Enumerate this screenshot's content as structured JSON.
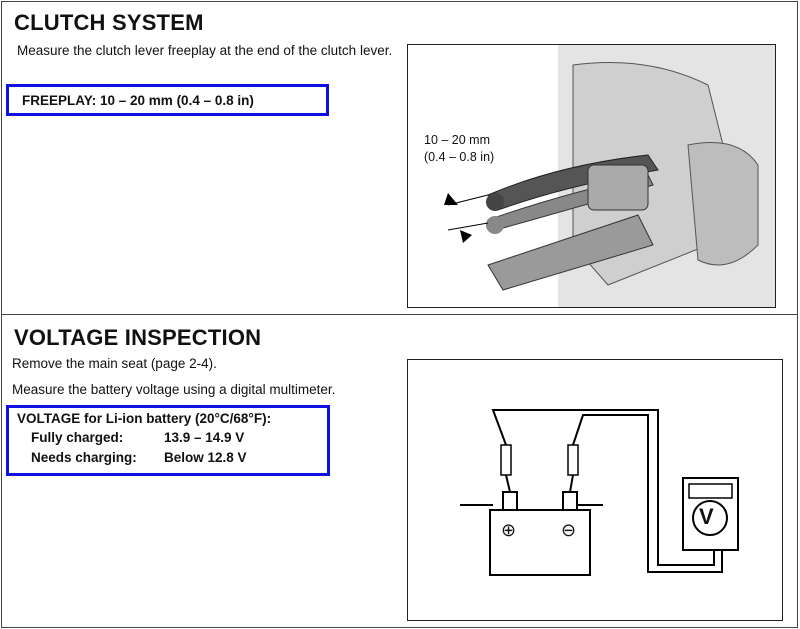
{
  "clutch": {
    "title": "CLUTCH SYSTEM",
    "instruction": "Measure the clutch lever freeplay at the end of the clutch lever.",
    "spec": "FREEPLAY:  10 – 20 mm (0.4 – 0.8 in)",
    "figure": {
      "label_mm": "10 – 20 mm",
      "label_in": "(0.4 – 0.8 in)"
    }
  },
  "voltage": {
    "title": "VOLTAGE INSPECTION",
    "step1": "Remove the main seat (page 2-4).",
    "step2": "Measure the battery voltage using a digital multimeter.",
    "spec_title": "VOLTAGE for Li-ion battery (20°C/68°F):",
    "rows": [
      {
        "label": "Fully charged:",
        "value": "13.9 – 14.9 V"
      },
      {
        "label": "Needs charging:",
        "value": "Below 12.8 V"
      }
    ],
    "figure": {
      "meter_symbol": "V",
      "plus": "⊕",
      "minus": "⊖"
    }
  },
  "colors": {
    "highlight": "#1010e0"
  }
}
